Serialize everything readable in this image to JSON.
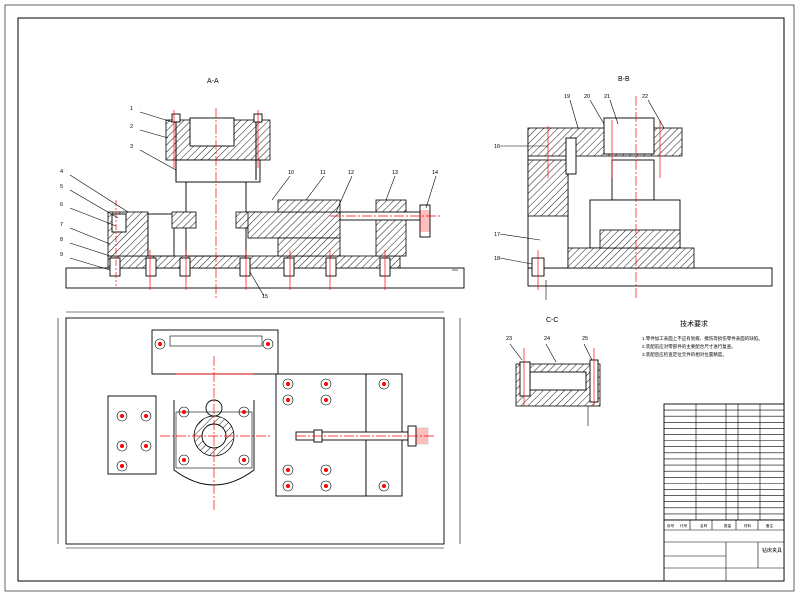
{
  "views": {
    "section_a": {
      "label": "A-A"
    },
    "section_b": {
      "label": "B-B"
    },
    "section_c": {
      "label": "C-C"
    }
  },
  "callouts_main": [
    "1",
    "2",
    "3",
    "4",
    "5",
    "6",
    "7",
    "8",
    "9",
    "10",
    "11",
    "12",
    "13",
    "14",
    "15"
  ],
  "callouts_right": [
    "19",
    "20",
    "21",
    "22",
    "16",
    "17",
    "18"
  ],
  "callouts_section_c": [
    "23",
    "24",
    "25"
  ],
  "notes": {
    "title": "技术要求",
    "lines": [
      "1.零件加工表面上不应有划痕、擦伤等损伤零件表面的缺陷。",
      "2.装配前应对零部件的主要配合尺寸进行复查。",
      "3.装配后应检查定位元件的相对位置精度。"
    ]
  },
  "title_block": {
    "drawing_title": "钻床夹具",
    "header_cells": [
      "序号",
      "代号",
      "名称",
      "数量",
      "材料",
      "备注"
    ]
  },
  "colors": {
    "lines": "#000000",
    "centerlines": "#ff0000",
    "paper": "#ffffff"
  }
}
